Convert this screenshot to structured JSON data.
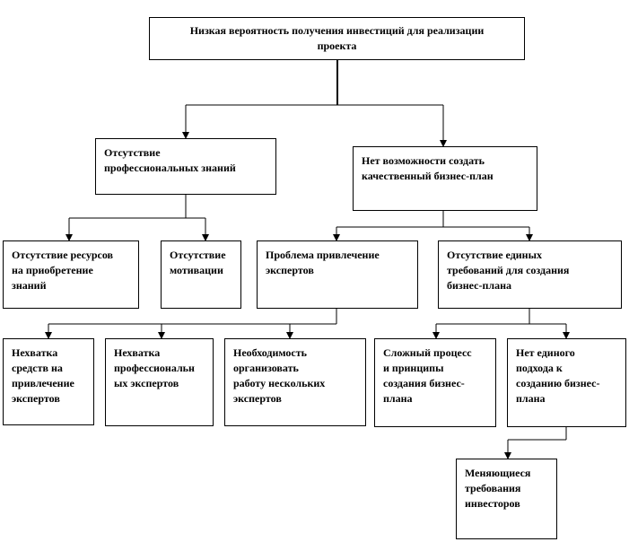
{
  "nodes": {
    "root": [
      "Низкая вероятность получения инвестиций  для реализации",
      "проекта"
    ],
    "lack_knowledge": [
      "Отсутствие",
      "профессиональных  знаний"
    ],
    "no_business_plan": [
      "Нет возможности создать",
      "качественный бизнес-план"
    ],
    "lack_resources": [
      "Отсутствие ресурсов",
      "на приобретение",
      "знаний"
    ],
    "lack_motivation": [
      "Отсутствие",
      "мотивации"
    ],
    "expert_problem": [
      "Проблема привлечение",
      "экспертов"
    ],
    "no_requirements": [
      "Отсутствие единых",
      "требований для создания",
      "бизнес-плана"
    ],
    "lack_funds": [
      "Нехватка",
      "средств на",
      "привлечение",
      "экспертов"
    ],
    "lack_experts": [
      "Нехватка",
      "профессиональн",
      "ых экспертов"
    ],
    "organize_experts": [
      "Необходимость",
      "организовать",
      "работу нескольких",
      "экспертов"
    ],
    "complex_process": [
      "Сложный процесс",
      "и принципы",
      "создания бизнес-",
      "плана"
    ],
    "no_approach": [
      "Нет единого",
      "подхода к",
      "созданию бизнес-",
      "плана"
    ],
    "changing_requirements": [
      "Меняющиеся",
      "требования",
      "инвесторов"
    ]
  },
  "colors": {
    "stroke": "#000000",
    "background": "#ffffff",
    "text": "#000000"
  }
}
